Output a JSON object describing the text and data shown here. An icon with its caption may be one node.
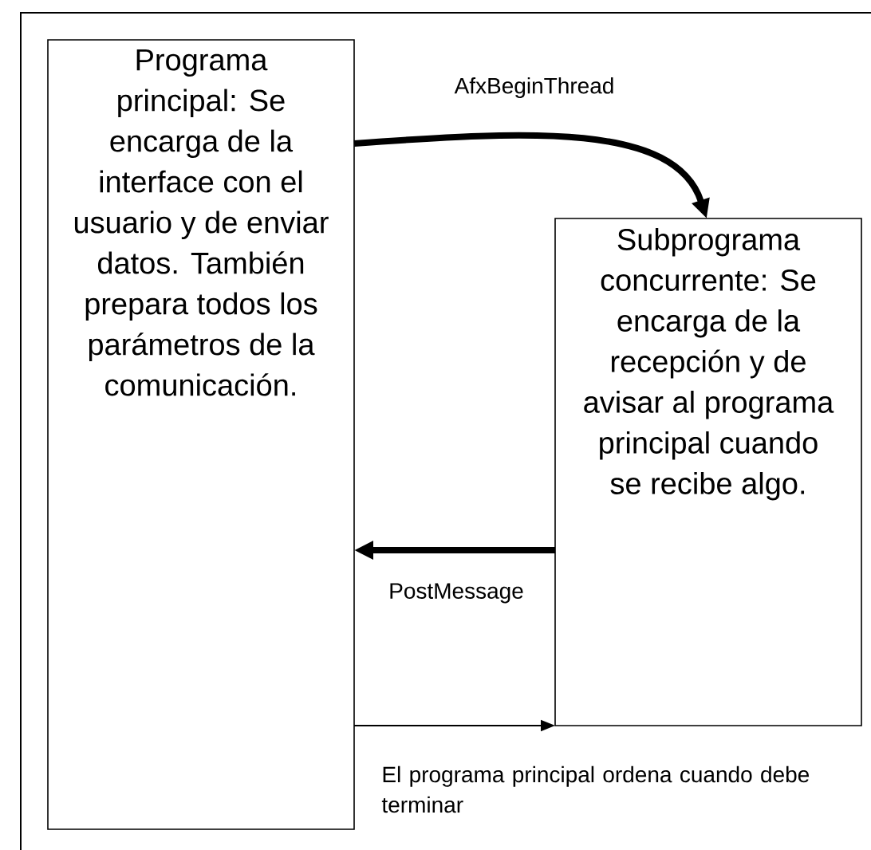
{
  "diagram": {
    "nodes": [
      {
        "text": [
          "Programa principal: Se encarga de la interface con el usuario y de enviar datos. También prepara todos los parámetros de la comunicación."
        ]
      },
      {
        "text": [
          "Subprograma concurrente: Se encarga de la recepción y de avisar al programa principal cuando se recibe algo."
        ]
      }
    ],
    "edges": [
      {
        "from": 0,
        "to": 1,
        "arrow": "to",
        "label": "AfxBeginThread"
      },
      {
        "from": 1,
        "to": 0,
        "arrow": "to",
        "label": "PostMessage"
      },
      {
        "from": 0,
        "to": 1,
        "arrow": "to",
        "label": "El programa principal ordena cuando debe terminar"
      }
    ]
  }
}
